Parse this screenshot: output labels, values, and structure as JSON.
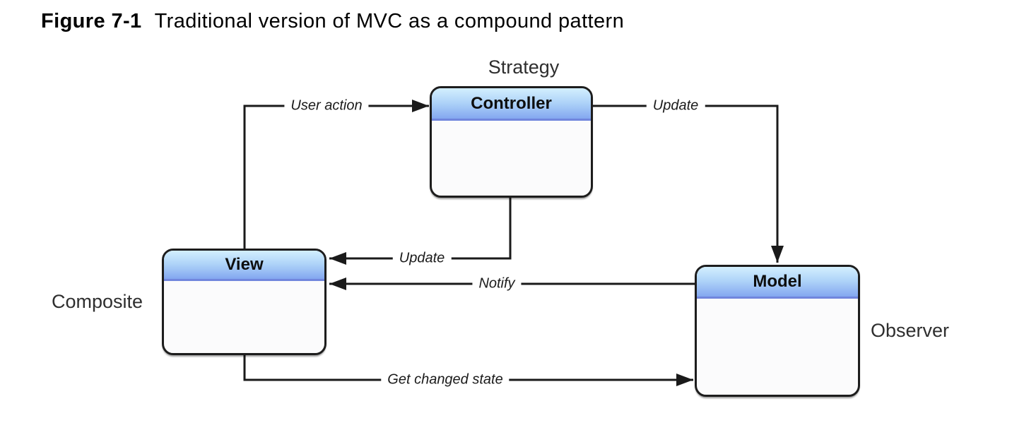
{
  "figure": {
    "label": "Figure 7-1",
    "title": "Traditional version of MVC as a compound pattern"
  },
  "diagram": {
    "nodes": [
      {
        "id": "controller",
        "title": "Controller",
        "pattern": "Strategy"
      },
      {
        "id": "view",
        "title": "View",
        "pattern": "Composite"
      },
      {
        "id": "model",
        "title": "Model",
        "pattern": "Observer"
      }
    ],
    "edges": [
      {
        "id": "user-action",
        "label": "User action",
        "from": "View",
        "to": "Controller"
      },
      {
        "id": "update-model",
        "label": "Update",
        "from": "Controller",
        "to": "Model"
      },
      {
        "id": "update-view",
        "label": "Update",
        "from": "Controller",
        "to": "View"
      },
      {
        "id": "notify",
        "label": "Notify",
        "from": "Model",
        "to": "View"
      },
      {
        "id": "get-changed-state",
        "label": "Get changed state",
        "from": "View",
        "to": "Model"
      }
    ],
    "colors": {
      "header_top": "#d3effe",
      "header_mid": "#aed3f8",
      "header_bottom": "#83a7f0",
      "header_edge": "#7186dd",
      "node_body": "#fbfbfc",
      "node_border": "#1d1d1d",
      "line": "#1a1a1a",
      "label_text": "#2e2e2e"
    }
  }
}
